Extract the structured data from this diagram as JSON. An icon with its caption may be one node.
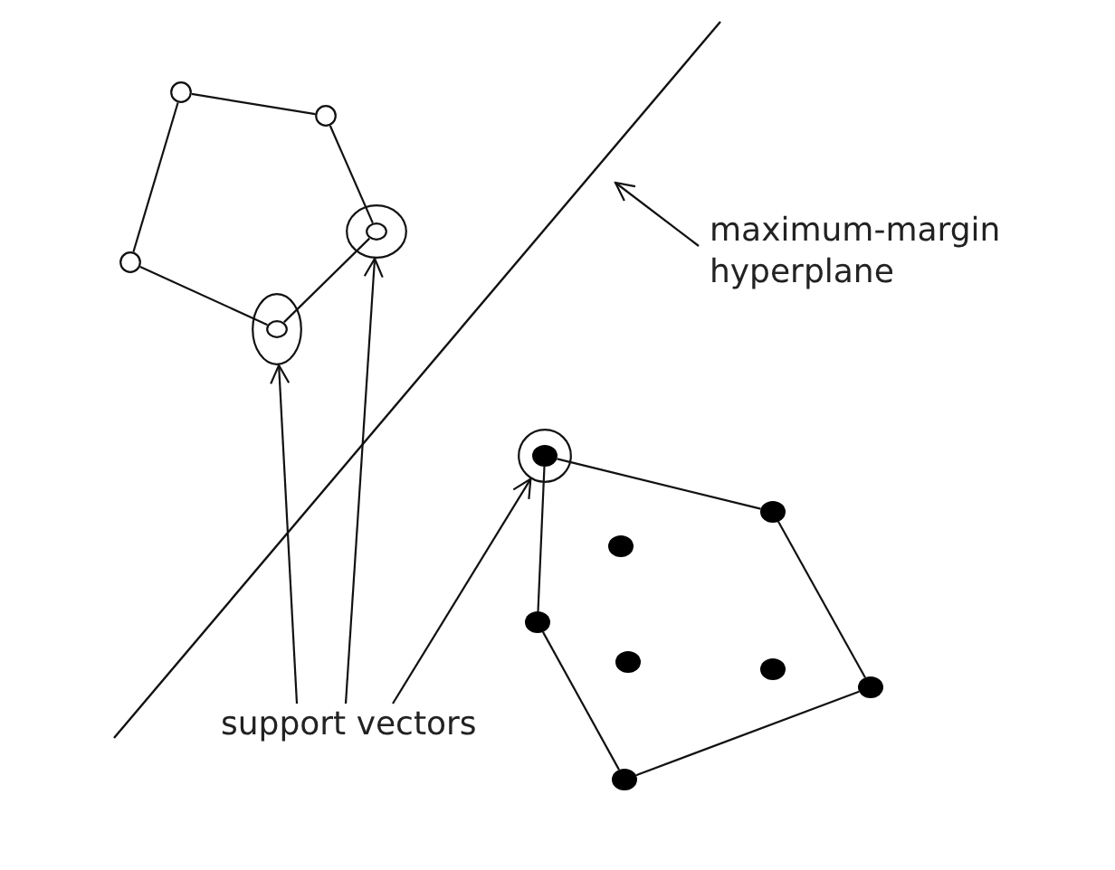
{
  "diagram": {
    "nodes": [
      {
        "text": [
          "maximum-margin hyperplane"
        ]
      },
      {
        "text": [],
        "shape": "circle"
      },
      {
        "text": [],
        "shape": "circle"
      },
      {
        "text": [],
        "shape": "circle"
      },
      {
        "text": [],
        "shape": "circle",
        "in": 3
      },
      {
        "text": [],
        "shape": "circle"
      },
      {
        "text": [],
        "shape": "ellipse"
      },
      {
        "text": [],
        "shape": "circle",
        "in": 6
      },
      {
        "text": [],
        "shape": "circle"
      },
      {
        "text": [],
        "shape": "dot",
        "in": 8
      },
      {
        "text": [],
        "shape": "dot"
      },
      {
        "text": [],
        "shape": "dot"
      },
      {
        "text": [],
        "shape": "dot"
      },
      {
        "text": [],
        "shape": "dot"
      },
      {
        "text": [],
        "shape": "dot"
      },
      {
        "text": [],
        "shape": "dot"
      },
      {
        "text": [],
        "shape": "dot"
      },
      {
        "text": [
          "support vectors"
        ]
      }
    ],
    "edges": [
      {
        "from": 0,
        "to": null,
        "arrow": "to"
      },
      {
        "from": 1,
        "to": 2,
        "arrow": "none"
      },
      {
        "from": 2,
        "to": 4,
        "arrow": "none"
      },
      {
        "from": 4,
        "to": 7,
        "arrow": "none"
      },
      {
        "from": 7,
        "to": 5,
        "arrow": "none"
      },
      {
        "from": 5,
        "to": 1,
        "arrow": "none"
      },
      {
        "from": 9,
        "to": 10,
        "arrow": "none"
      },
      {
        "from": 10,
        "to": 15,
        "arrow": "none"
      },
      {
        "from": 15,
        "to": 16,
        "arrow": "none"
      },
      {
        "from": 16,
        "to": 12,
        "arrow": "none"
      },
      {
        "from": 12,
        "to": 9,
        "arrow": "none"
      },
      {
        "from": 17,
        "to": 6,
        "arrow": "to"
      },
      {
        "from": 17,
        "to": 3,
        "arrow": "to"
      },
      {
        "from": 17,
        "to": 8,
        "arrow": "to"
      }
    ]
  }
}
